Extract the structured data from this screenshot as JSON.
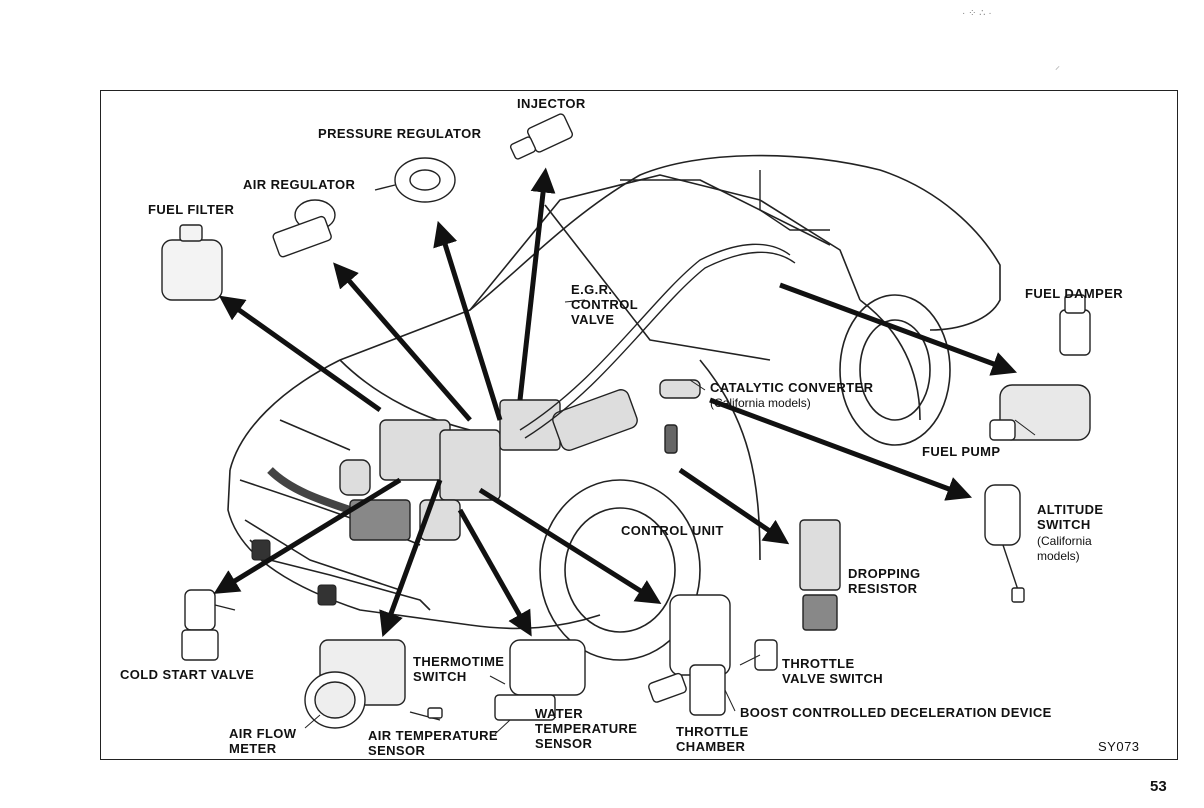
{
  "labels": {
    "injector": "INJECTOR",
    "pressure_regulator": "PRESSURE REGULATOR",
    "air_regulator": "AIR REGULATOR",
    "fuel_filter": "FUEL FILTER",
    "egr_control_valve": "E.G.R.\nCONTROL\nVALVE",
    "catalytic_converter": "CATALYTIC CONVERTER",
    "catalytic_converter_note": "(California models)",
    "fuel_damper": "FUEL DAMPER",
    "fuel_pump": "FUEL PUMP",
    "altitude_switch": "ALTITUDE\nSWITCH",
    "altitude_switch_note": "(California\nmodels)",
    "control_unit": "CONTROL UNIT",
    "dropping_resistor": "DROPPING\nRESISTOR",
    "cold_start_valve": "COLD START VALVE",
    "thermotime_switch": "THERMOTIME\nSWITCH",
    "throttle_valve_switch": "THROTTLE\nVALVE SWITCH",
    "boost_controlled_deceleration_device": "BOOST CONTROLLED DECELERATION DEVICE",
    "air_flow_meter": "AIR FLOW\nMETER",
    "air_temperature_sensor": "AIR TEMPERATURE\nSENSOR",
    "water_temperature_sensor": "WATER\nTEMPERATURE\nSENSOR",
    "throttle_chamber": "THROTTLE\nCHAMBER"
  },
  "figure_code": "SY073",
  "page_number": "53"
}
